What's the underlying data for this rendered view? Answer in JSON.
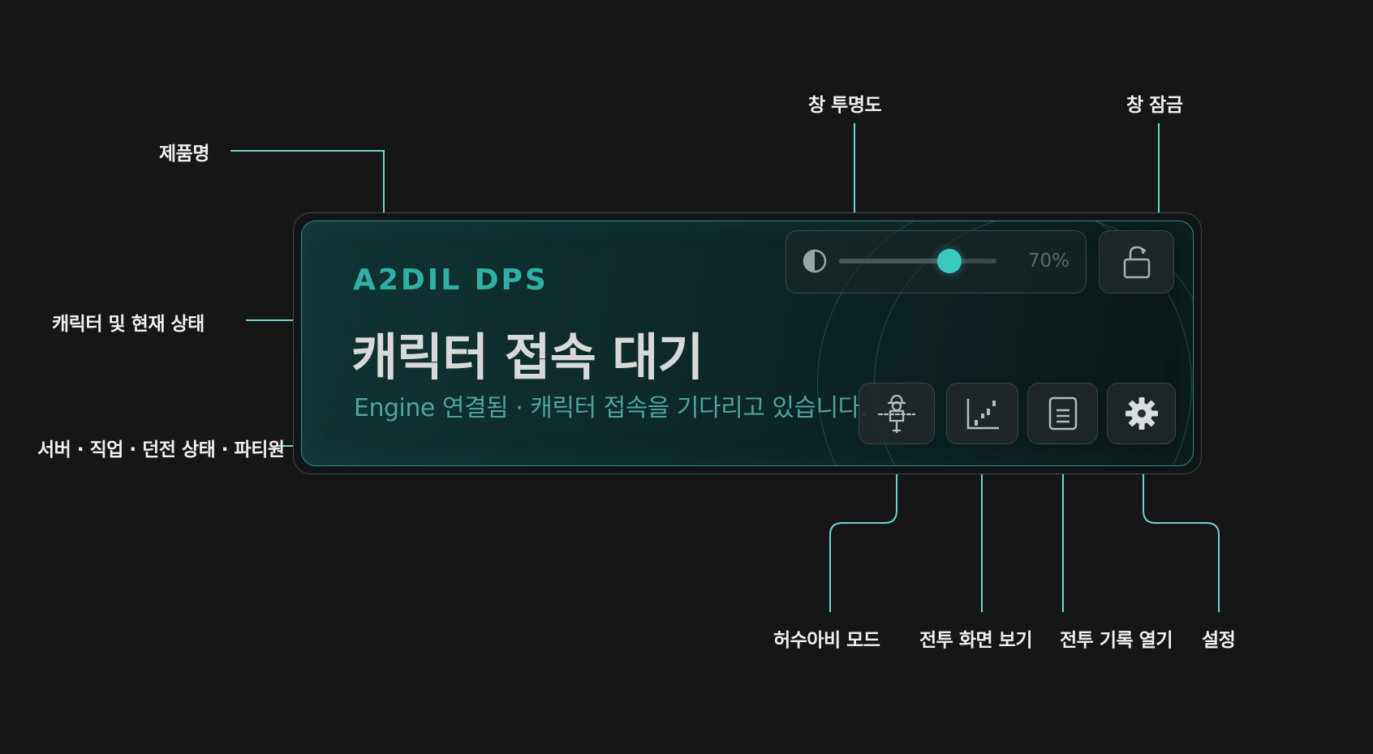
{
  "labels": {
    "product_name": "제품명",
    "character_status": "캐릭터 및 현재 상태",
    "server_info": "서버 · 직업 · 던전 상태 · 파티원",
    "opacity": "창 투명도",
    "lock": "창 잠금",
    "scarecrow": "허수아비 모드",
    "battle_view": "전투 화면 보기",
    "battle_log": "전투 기록 열기",
    "settings": "설정"
  },
  "panel": {
    "brand": "A2DIL DPS",
    "status_title": "캐릭터 접속 대기",
    "subtitle": "Engine 연결됨 · 캐릭터 접속을 기다리고 있습니다."
  },
  "opacity": {
    "value": 70,
    "display": "70%"
  },
  "icons": {
    "opacity": "half-circle-icon",
    "lock": "unlock-icon",
    "scarecrow": "scarecrow-icon",
    "battle_view": "bar-chart-icon",
    "battle_log": "document-icon",
    "settings": "gear-icon"
  },
  "colors": {
    "accent": "#3ac9c0",
    "brand": "#2fb0a6",
    "subtitle": "#4fa39b",
    "callout_line": "#6fd3cc"
  }
}
